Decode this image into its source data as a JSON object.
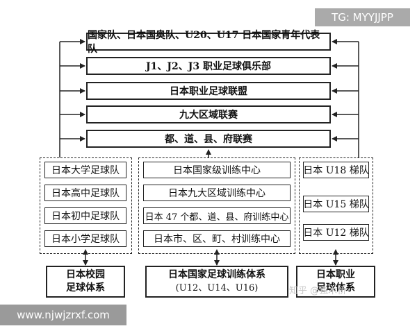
{
  "tiers": [
    "国家队、日本国奥队、U20、U17 日本国家青年代表队",
    "J1、J2、J3 职业足球俱乐部",
    "日本职业足球联盟",
    "九大区域联赛",
    "都、道、县、府联赛"
  ],
  "school_teams": [
    "日本大学足球队",
    "日本高中足球队",
    "日本初中足球队",
    "日本小学足球队"
  ],
  "training_centers": [
    "日本国家级训练中心",
    "日本九大区域训练中心",
    "日本 47 个都、道、县、府训练中心",
    "日本市、区、町、村训练中心"
  ],
  "youth_teams": [
    "日本 U18 梯队",
    "日本 U15 梯队",
    "日本 U12 梯队"
  ],
  "systems": {
    "campus": {
      "line1": "日本校园",
      "line2": "足球体系"
    },
    "national_training": {
      "line1": "日本国家足球训练体系",
      "line2": "(U12、U14、U16)"
    },
    "professional": {
      "line1": "日本职业",
      "line2": "足球体系"
    }
  },
  "watermarks": {
    "top": "TG: MYYJJPP",
    "bottom": "www.njwjzrxf.com",
    "faint": "知乎 @独木桥"
  }
}
